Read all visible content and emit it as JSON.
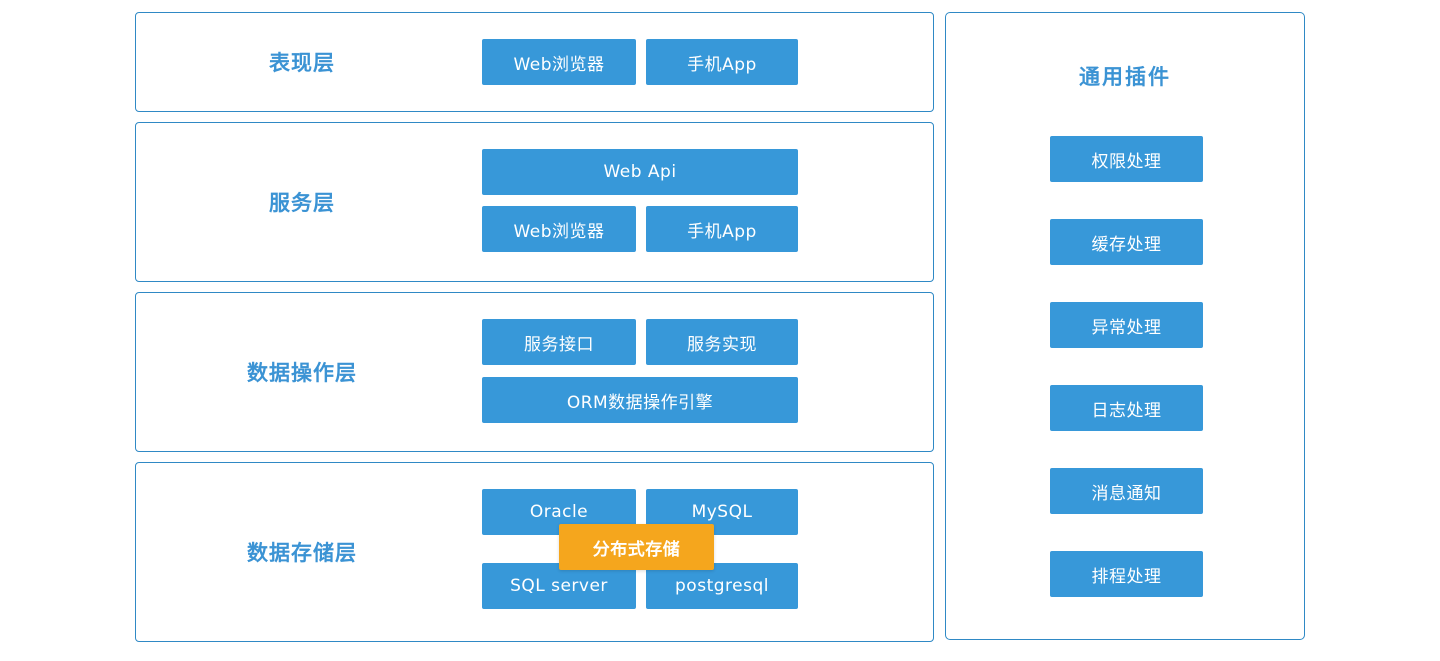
{
  "colors": {
    "block_blue": "#3798d9",
    "border_blue": "#2f89c5",
    "title_blue": "#3b93d4",
    "highlight_orange": "#f5a61d",
    "block_text": "#ffffff"
  },
  "layers": [
    {
      "title": "表现层",
      "buttons": [
        {
          "label": "Web浏览器"
        },
        {
          "label": "手机App"
        }
      ]
    },
    {
      "title": "服务层",
      "buttons": [
        {
          "label": "Web Api"
        },
        {
          "label": "Web浏览器"
        },
        {
          "label": "手机App"
        }
      ]
    },
    {
      "title": "数据操作层",
      "buttons": [
        {
          "label": "服务接口"
        },
        {
          "label": "服务实现"
        },
        {
          "label": "ORM数据操作引擎"
        }
      ]
    },
    {
      "title": "数据存储层",
      "buttons": [
        {
          "label": "Oracle"
        },
        {
          "label": "MySQL"
        },
        {
          "label": "SQL server"
        },
        {
          "label": "postgresql"
        }
      ],
      "highlight": "分布式存储"
    }
  ],
  "plugins": {
    "title": "通用插件",
    "items": [
      "权限处理",
      "缓存处理",
      "异常处理",
      "日志处理",
      "消息通知",
      "排程处理"
    ]
  }
}
